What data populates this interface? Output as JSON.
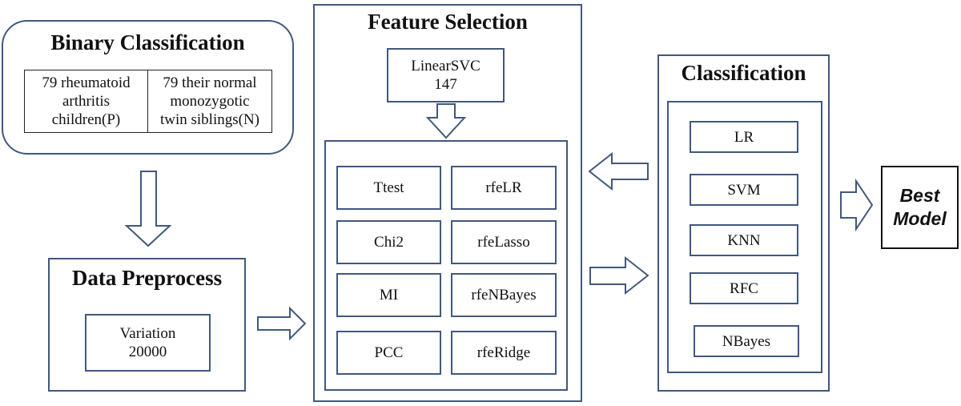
{
  "binary": {
    "title": "Binary Classification",
    "left_cell": "79 rheumatoid\narthritis\nchildren(P)",
    "right_cell": "79 their normal\nmonozygotic\ntwin siblings(N)"
  },
  "preprocess": {
    "title": "Data Preprocess",
    "box": "Variation\n20000"
  },
  "feature_selection": {
    "title": "Feature Selection",
    "top_box": "LinearSVC\n147",
    "methods": [
      "Ttest",
      "rfeLR",
      "Chi2",
      "rfeLasso",
      "MI",
      "rfeNBayes",
      "PCC",
      "rfeRidge"
    ]
  },
  "classification": {
    "title": "Classification",
    "models": [
      "LR",
      "SVM",
      "KNN",
      "RFC",
      "NBayes"
    ]
  },
  "best_model": "Best\nModel",
  "colors": {
    "border": "#41587e",
    "text": "#111111",
    "background": "#ffffff"
  }
}
